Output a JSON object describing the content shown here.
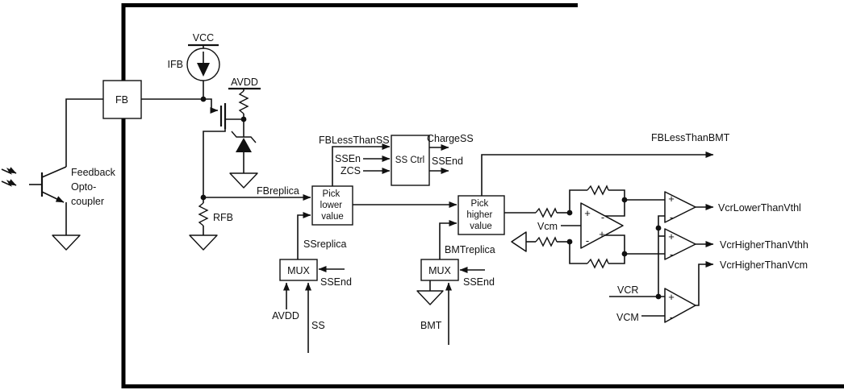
{
  "colors": {
    "ink": "#111111",
    "background": "#ffffff"
  },
  "labels": {
    "vcc": "VCC",
    "ifb": "IFB",
    "avdd": "AVDD",
    "fb_pin": "FB",
    "opto": {
      "line1": "Feedback",
      "line2": "Opto-",
      "line3": "coupler"
    },
    "rfb": "RFB",
    "fbreplica": "FBreplica",
    "ssreplica": "SSreplica",
    "bmtreplica": "BMTreplica",
    "pick_lower": {
      "line1": "Pick",
      "line2": "lower",
      "line3": "value"
    },
    "pick_higher": {
      "line1": "Pick",
      "line2": "higher",
      "line3": "value"
    },
    "ss_ctrl": "SS Ctrl",
    "fb_less_than_ss": "FBLessThanSS",
    "ssen": "SSEn",
    "zcs": "ZCS",
    "charge_ss": "ChargeSS",
    "ssend_ctrl_out": "SSEnd",
    "mux_left": "MUX",
    "mux_right": "MUX",
    "ssend_mux_left": "SSEnd",
    "ssend_mux_right": "SSEnd",
    "avdd_mux": "AVDD",
    "ss": "SS",
    "bmt": "BMT",
    "fb_less_than_bmt": "FBLessThanBMT",
    "vcm_node": "Vcm",
    "vcr": "VCR",
    "vcm_ref": "VCM",
    "vcr_lower_than_vthl": "VcrLowerThanVthl",
    "vcr_higher_than_vthh": "VcrHigherThanVthh",
    "vcr_higher_than_vcm": "VcrHigherThanVcm",
    "plus": "+",
    "minus": "-"
  }
}
